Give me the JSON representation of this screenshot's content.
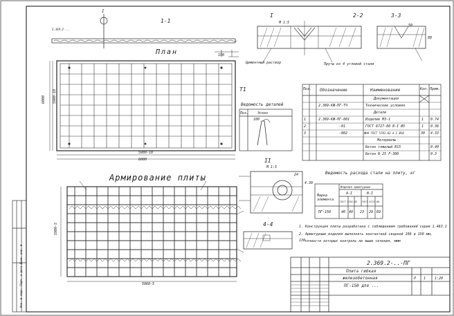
{
  "drawing": {
    "code_top": "2.369.2-...",
    "section_1_1": "1-1",
    "section_2_2": "2-2",
    "section_3_3": "3-3",
    "section_4_4": "4-4",
    "mark_I": "I",
    "mark_II": "II",
    "mark_T1": "T1",
    "plan_title": "План",
    "reinforcement_title": "Армирование плиты",
    "dim_width": "6000",
    "dim_width_inner": "5980-10",
    "dim_height": "6000",
    "dim_height_inner": "5980-10",
    "dim_bottom_rein": "5960-5",
    "dim_side_rein": "5980-5",
    "scale_small": "М 1:5",
    "scale_node": "М 1:5",
    "dim_150": "150",
    "dim_130": "130",
    "dim_50": "50",
    "dim_80": "80",
    "dim_24": "24",
    "dim_4_30": "4.30",
    "note_cement": "Цементный раствор",
    "note_embed": "Пруты из 4 угловой стали",
    "parts_label": "Ведомость деталей",
    "parts_pos": "Поз.",
    "parts_sketch": "Эскиз",
    "parts_sketch_dim": "100",
    "steel_title": "Ведомость расхода стали на плиту, кг",
    "steel_mark": "Марка элемента",
    "steel_class_header": "Изделия арматурные",
    "steel_A1": "А-I",
    "steel_B1": "В-I",
    "steel_gost": "ГОСТ 5781-82",
    "steel_gost2": "ГОСТ 6727-80",
    "steel_elem": "ПГ-150",
    "steel_values": [
      "40",
      "40",
      "23",
      "29",
      "69"
    ],
    "note1": "1. Конструкция плиты разработана с соблюдением требований серии 1.463.1",
    "note2": "2. Арматурные изделия выполнять контактной сваркой 100 и 150 мм,",
    "note3": "точности которых контроль не выше сечения, ммм",
    "stamp_code": "2.369.2-..-ПГ",
    "stamp_name1": "Плита гибкая",
    "stamp_name2": "железобетонная",
    "stamp_name3": "ПГ-150 для ...",
    "stamp_stage": "Р",
    "stamp_scale": "1:20",
    "stamp_sheet": "1",
    "left_stamp": "Инв. № подл.   Подп. и дата   Взам. инв. №"
  },
  "spec_table": {
    "header": {
      "pos": "Поз.",
      "designation": "Обозначение",
      "name": "Наименование",
      "qty": "Кол.",
      "note": "Прим."
    },
    "rows": [
      {
        "pos": "",
        "designation": "",
        "name": "Документация",
        "qty": "",
        "note": ""
      },
      {
        "pos": "",
        "designation": "",
        "name": "Технические условия",
        "qty": "",
        "note": ""
      },
      {
        "pos": "",
        "designation": "2.369-КЖ-ПГ-ТЧ",
        "name": "Детали",
        "qty": "",
        "note": ""
      },
      {
        "pos": "1",
        "designation": "2.369-КЖ-ПГ-001",
        "name": "Изделие МЗ-1",
        "qty": "1",
        "note": "0.74"
      },
      {
        "pos": "2",
        "designation": "-01",
        "name": "ГОСТ 6727-80 В-I Ø5",
        "qty": "1",
        "note": "0.36"
      },
      {
        "pos": "3",
        "designation": "-002",
        "name": "ФНА ГОСТ 5781-82 А-I Ø10",
        "qty": "30",
        "note": "4.33"
      },
      {
        "pos": "",
        "designation": "",
        "name": "Материалы",
        "qty": "",
        "note": ""
      },
      {
        "pos": "",
        "designation": "",
        "name": "Бетон тяжелый В15",
        "qty": "",
        "note": "0.40"
      },
      {
        "pos": "",
        "designation": "",
        "name": "Бетон В 25 F-300",
        "qty": "",
        "note": "0.3"
      }
    ]
  }
}
